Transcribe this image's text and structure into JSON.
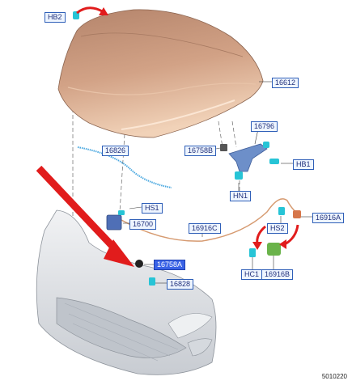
{
  "figure_number": "5010220",
  "labels": {
    "hb2": "HB2",
    "l16612": "16612",
    "l16796": "16796",
    "l16758b": "16758B",
    "hb1": "HB1",
    "hn1": "HN1",
    "l16826": "16826",
    "hs1": "HS1",
    "l16700": "16700",
    "l16916c": "16916C",
    "l16916a": "16916A",
    "hs2": "HS2",
    "l16758a": "16758A",
    "hc1": "HC1",
    "l16916b": "16916B",
    "l16828": "16828"
  },
  "colors": {
    "hood": "#c9967a",
    "bumper": "#dfe2e6",
    "part_cyan": "#27c4d6",
    "part_green": "#6ab34a",
    "arrow_red": "#e11c1c",
    "label_border": "#2f5fb8",
    "label_selected": "#3a63e6"
  }
}
